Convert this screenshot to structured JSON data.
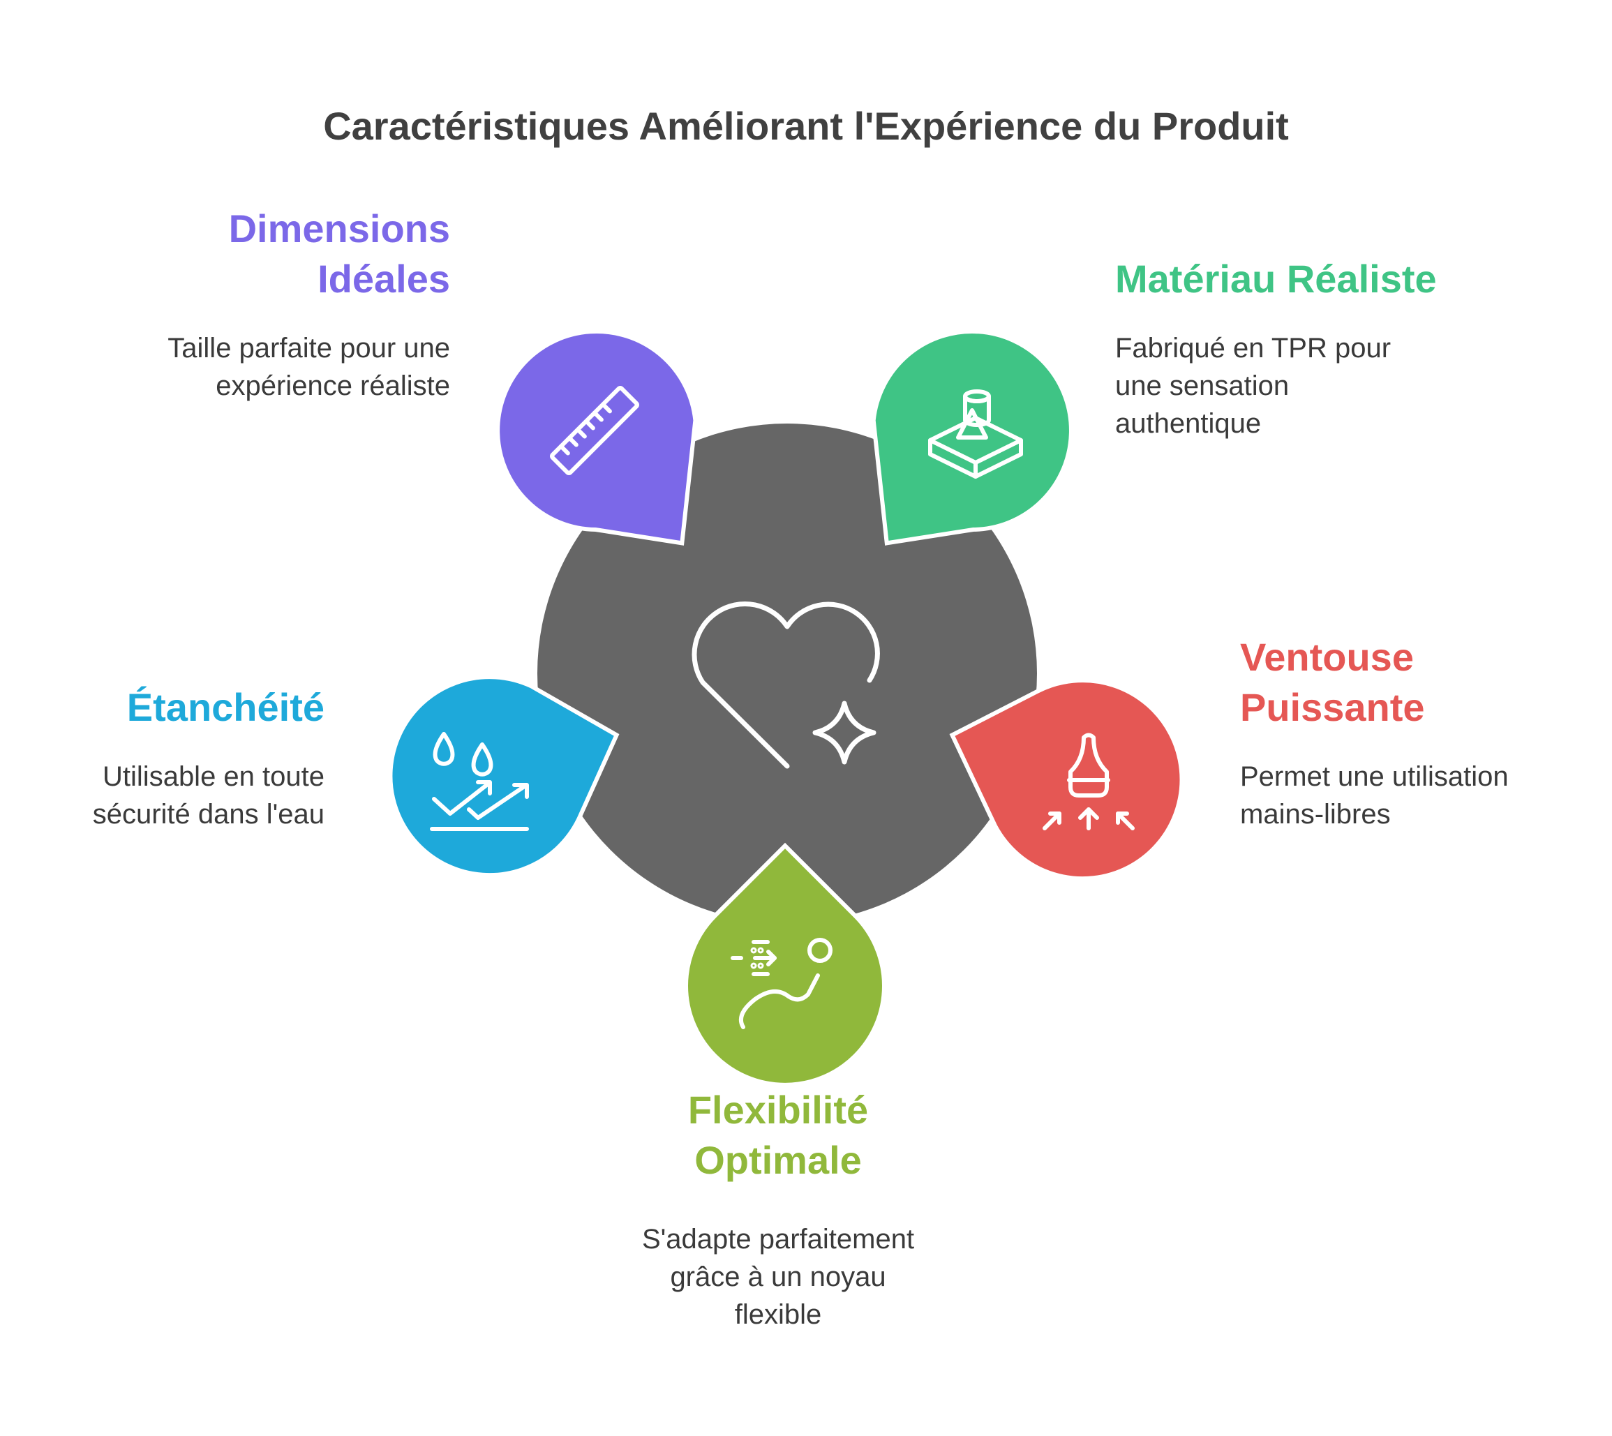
{
  "title": "Caractéristiques Améliorant l'Expérience du Produit",
  "colors": {
    "core": "#666666",
    "purple": "#7b68e8",
    "green": "#3fc485",
    "blue": "#1ea9da",
    "red": "#e55754",
    "olive": "#90b83b"
  },
  "center": {
    "icon": "heart-sparkle-icon"
  },
  "features": [
    {
      "id": "dimensions",
      "title": "Dimensions\nIdéales",
      "description": "Taille parfaite pour une\nexpérience réaliste",
      "icon": "ruler-icon",
      "color": "#7b68e8"
    },
    {
      "id": "materiau",
      "title": "Matériau Réaliste",
      "description": "Fabriqué en TPR pour\nune sensation\nauthentique",
      "icon": "3d-shapes-icon",
      "color": "#3fc485"
    },
    {
      "id": "etancheite",
      "title": "Étanchéité",
      "description": "Utilisable en toute\nsécurité dans l'eau",
      "icon": "water-drops-icon",
      "color": "#1ea9da"
    },
    {
      "id": "ventouse",
      "title": "Ventouse\nPuissante",
      "description": "Permet une utilisation\nmains-libres",
      "icon": "suction-cup-icon",
      "color": "#e55754"
    },
    {
      "id": "flexibilite",
      "title": "Flexibilité\nOptimale",
      "description": "S'adapte parfaitement\ngrâce à un noyau\nflexible",
      "icon": "flexible-body-icon",
      "color": "#90b83b"
    }
  ]
}
